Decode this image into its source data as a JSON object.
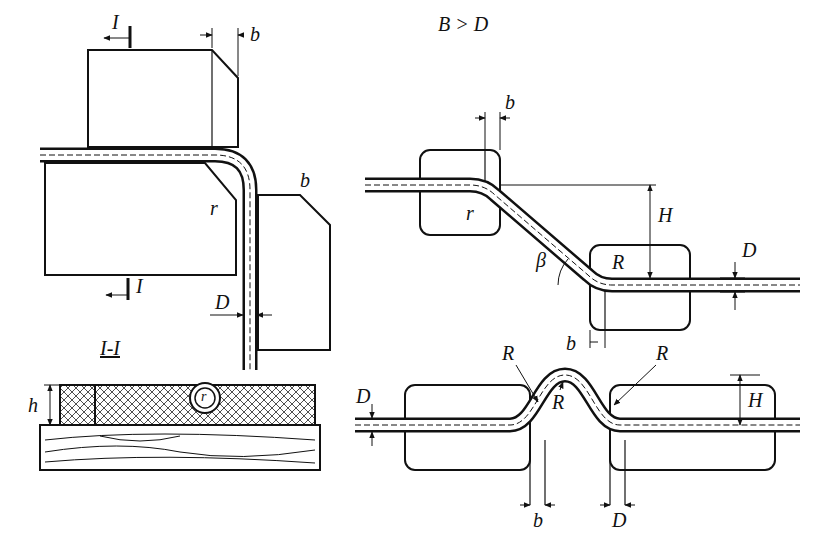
{
  "diagram": {
    "labels": [
      "I",
      "b",
      "b",
      "r",
      "I",
      "D",
      "I-I",
      "h",
      "r",
      "B > D",
      "b",
      "r",
      "H",
      "β",
      "R",
      "D",
      "b",
      "D",
      "R",
      "R",
      "R",
      "H",
      "b",
      "D"
    ]
  }
}
